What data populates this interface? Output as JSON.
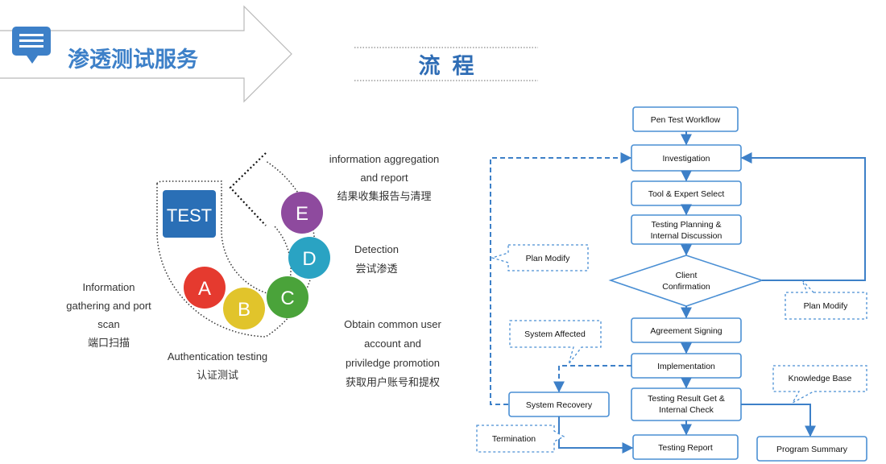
{
  "header": {
    "title": "渗透测试服务",
    "section_title": "流  程"
  },
  "cycle": {
    "center_label": "TEST",
    "steps": [
      {
        "letter": "A",
        "color": "#e53a2f",
        "lines": [
          "Information",
          "gathering and port",
          "scan",
          "端口扫描"
        ]
      },
      {
        "letter": "B",
        "color": "#e1c42b",
        "lines": [
          "Authentication testing",
          "认证测试"
        ]
      },
      {
        "letter": "C",
        "color": "#4aa33a",
        "lines": [
          "Obtain common user",
          "account  and",
          "priviledge promotion",
          "获取用户账号和提权"
        ]
      },
      {
        "letter": "D",
        "color": "#2aa3c3",
        "lines": [
          "Detection",
          "尝试渗透"
        ]
      },
      {
        "letter": "E",
        "color": "#8e4a9e",
        "lines": [
          "information aggregation",
          "and report",
          "结果收集报告与清理"
        ]
      }
    ]
  },
  "flow": {
    "nodes": {
      "workflow": "Pen Test Workflow",
      "investigation": "Investigation",
      "tool_select": "Tool & Expert Select",
      "planning": [
        "Testing Planning &",
        "Internal Discussion"
      ],
      "confirmation": [
        "Client",
        "Confirmation"
      ],
      "agreement": "Agreement Signing",
      "implementation": "Implementation",
      "result_check": [
        "Testing Result Get &",
        "Internal Check"
      ],
      "system_recovery": "System Recovery",
      "testing_report": "Testing Report",
      "program_summary": "Program Summary"
    },
    "callouts": {
      "plan_modify_left": "Plan Modify",
      "plan_modify_right": "Plan Modify",
      "system_affected": "System Affected",
      "knowledge_base": "Knowledge Base",
      "termination": "Termination"
    }
  },
  "colors": {
    "accent": "#3d80c8",
    "box_border": "#4a8fd4",
    "title_blue": "#2f6db5"
  }
}
